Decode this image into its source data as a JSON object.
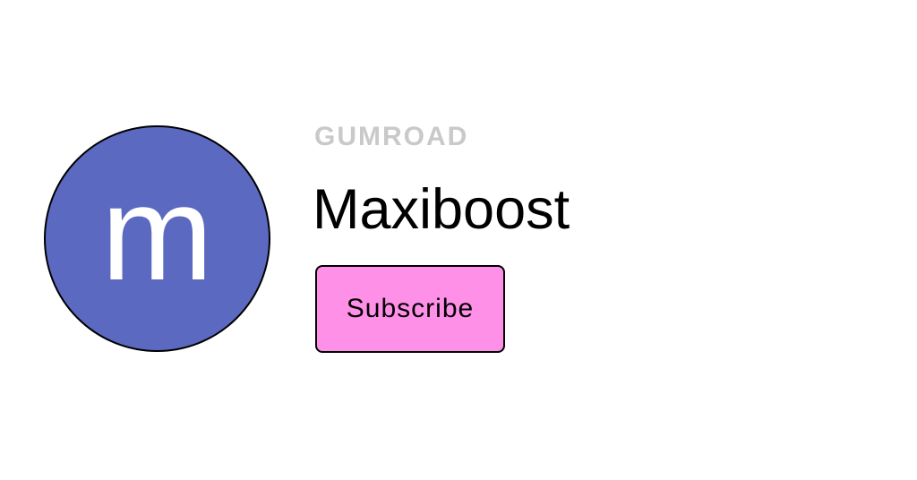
{
  "brand": {
    "logo_text": "gumroad",
    "logo_color": "#c9c9c9"
  },
  "profile": {
    "avatar_letter": "m",
    "avatar_background_color": "#5c69c1",
    "avatar_letter_color": "#ffffff",
    "creator_name": "Maxiboost"
  },
  "actions": {
    "subscribe_label": "Subscribe",
    "subscribe_button_color": "#ff90e8",
    "subscribe_text_color": "#000000"
  },
  "page": {
    "background_color": "#ffffff"
  }
}
